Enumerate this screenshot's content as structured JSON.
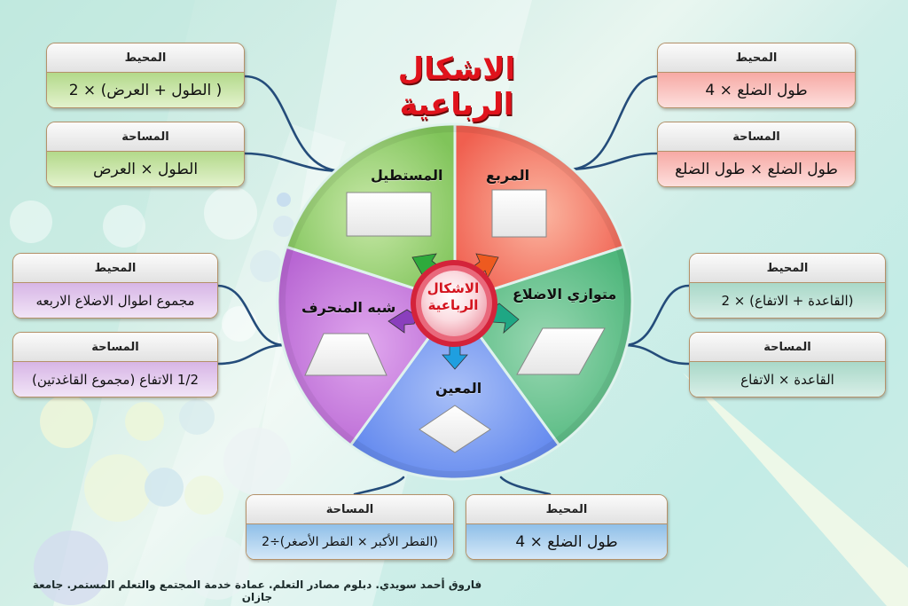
{
  "title": "الاشكال الرباعية",
  "hub": {
    "line1": "الاشكال",
    "line2": "الرباعية"
  },
  "footer": "فاروق أحمد سويدي. دبلوم مصادر التعلم. عمادة خدمة المجتمع والتعلم المستمر. جامعة جازان",
  "colors": {
    "square": "#f26d5b",
    "parallelogram": "#5cbf86",
    "rhombus": "#6f94f0",
    "trapezoid": "#c377d9",
    "rectangle": "#8fcc6a",
    "hub": "#d4233a",
    "title": "#e0131c",
    "connector": "#244c7a"
  },
  "shapes": {
    "square": {
      "name": "المربع",
      "perimeter": {
        "label": "المحيط",
        "formula": "طول الضلع × 4"
      },
      "area": {
        "label": "المساحة",
        "formula": "طول الضلع × طول الضلع"
      }
    },
    "rectangle": {
      "name": "المستطيل",
      "perimeter": {
        "label": "المحيط",
        "formula": "( الطول + العرض) × 2"
      },
      "area": {
        "label": "المساحة",
        "formula": "الطول × العرض"
      }
    },
    "parallelogram": {
      "name": "متوازي الاضلاع",
      "perimeter": {
        "label": "المحيط",
        "formula": "(القاعدة + الاتفاع) × 2"
      },
      "area": {
        "label": "المساحة",
        "formula": "القاعدة × الاتفاع"
      }
    },
    "trapezoid": {
      "name": "شبه المنحرف",
      "perimeter": {
        "label": "المحيط",
        "formula": "مجموع اطوال الاضلاع الاربعه"
      },
      "area": {
        "label": "المساحة",
        "formula": "1/2 الاتفاع (مجموع القاغدتين)"
      }
    },
    "rhombus": {
      "name": "المعين",
      "perimeter": {
        "label": "المحيط",
        "formula": "طول الضلع × 4"
      },
      "area": {
        "label": "المساحة",
        "formula": "(القطر الأكبر × القطر الأصغر)÷2"
      }
    }
  }
}
